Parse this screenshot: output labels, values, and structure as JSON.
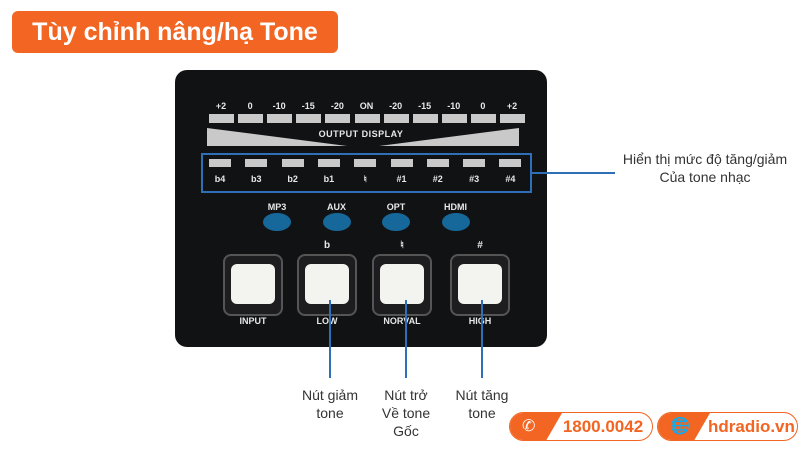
{
  "title": "Tùy chỉnh nâng/hạ Tone",
  "panel": {
    "output_scale": [
      "+2",
      "0",
      "-10",
      "-15",
      "-20",
      "ON",
      "-20",
      "-15",
      "-10",
      "0",
      "+2"
    ],
    "output_display_label": "OUTPUT DISPLAY",
    "tone_levels": [
      "b4",
      "b3",
      "b2",
      "b1",
      "♮",
      "#1",
      "#2",
      "#3",
      "#4"
    ],
    "sources": [
      "MP3",
      "AUX",
      "OPT",
      "HDMI"
    ],
    "buttons": [
      {
        "symbol": "",
        "label": "INPUT"
      },
      {
        "symbol": "b",
        "label": "LOW"
      },
      {
        "symbol": "♮",
        "label": "NORVAL"
      },
      {
        "symbol": "#",
        "label": "HIGH"
      }
    ]
  },
  "annotations": {
    "display": "Hiển thị mức độ tăng/giảm\nCủa tone nhạc",
    "low": "Nút giảm\ntone",
    "normal": "Nút trở\nVề tone\nGốc",
    "high": "Nút tăng\ntone"
  },
  "footer": {
    "phone": "1800.0042",
    "website": "hdradio.vn",
    "phone_icon": "phone-icon",
    "web_icon": "globe-icon"
  },
  "colors": {
    "accent": "#f26522",
    "callout": "#2f6fb7",
    "source_led": "#17689a"
  }
}
